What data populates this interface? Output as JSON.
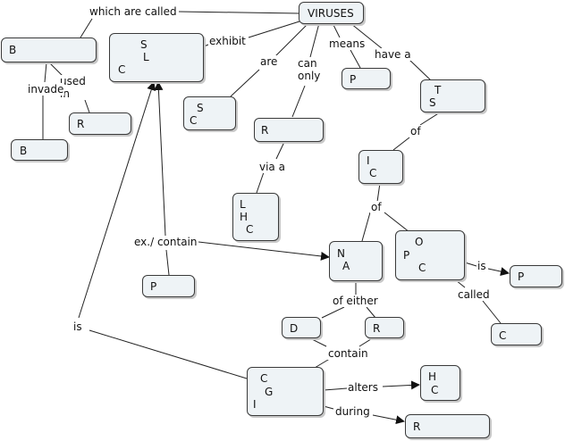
{
  "nodes": {
    "viruses": [
      "VIRUSES"
    ],
    "b_top": [
      "B"
    ],
    "slc": [
      "S",
      "L",
      "C"
    ],
    "r_used": [
      "R"
    ],
    "b_bottom": [
      "B"
    ],
    "sc": [
      "S",
      "C"
    ],
    "r_only": [
      "R"
    ],
    "p_means": [
      "P"
    ],
    "ts": [
      "T",
      "S"
    ],
    "lhc": [
      "L",
      "H",
      "C"
    ],
    "ic": [
      "I",
      "C"
    ],
    "na": [
      "N",
      "A"
    ],
    "opc": [
      "O",
      "P",
      "C"
    ],
    "p_left": [
      "P"
    ],
    "p_right": [
      "P"
    ],
    "d": [
      "D"
    ],
    "r_either": [
      "R"
    ],
    "c_called": [
      "C"
    ],
    "cgi": [
      "C",
      "G",
      "I"
    ],
    "hc": [
      "H",
      "C"
    ],
    "r_during": [
      "R"
    ]
  },
  "links": {
    "which_are_called": "which are called",
    "used_in": "used\nin",
    "invade": "invade",
    "exhibit": "exhibit",
    "are": "are",
    "can_only": "can\nonly",
    "means": "means",
    "have_a": "have a",
    "via_a": "via a",
    "of_1": "of",
    "of_2": "of",
    "ex_contain": "ex./ contain",
    "is_right": "is",
    "called": "called",
    "of_either": "of either",
    "contain": "contain",
    "is_left": "is",
    "alters": "alters",
    "during": "during"
  }
}
